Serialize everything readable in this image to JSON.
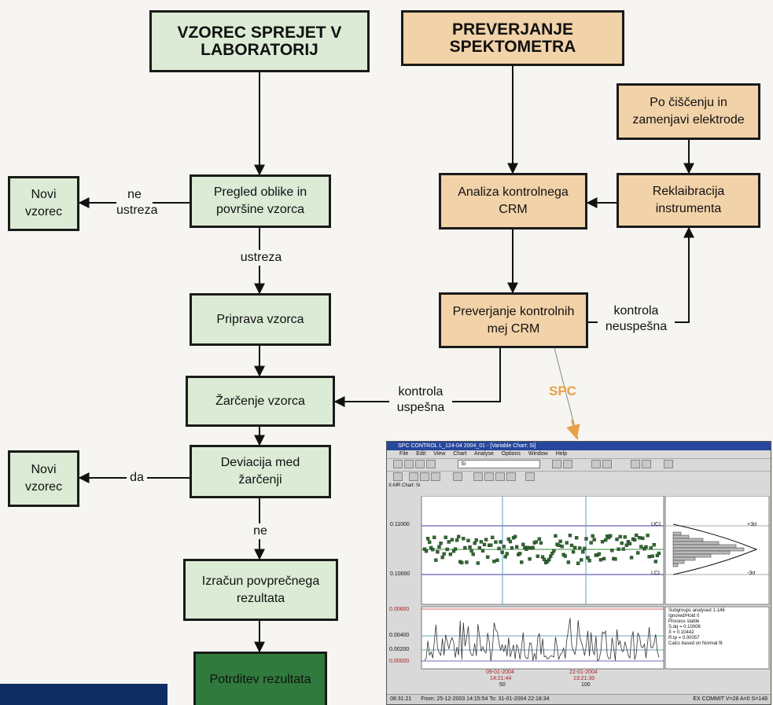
{
  "nodes": {
    "received": "VZOREC SPREJET V LABORATORIJ",
    "check_spectrometer": "PREVERJANJE SPEKTOMETRA",
    "after_cleaning": "Po čiščenju in zamenjavi elektrode",
    "inspect_sample": "Pregled oblike in površine vzorca",
    "new_sample_1": "Novi vzorec",
    "analyze_crm": "Analiza kontrolnega CRM",
    "recalibrate": "Reklaibracija instrumenta",
    "prepare_sample": "Priprava vzorca",
    "verify_limits": "Preverjanje kontrolnih mej CRM",
    "spark_sample": "Žarčenje vzorca",
    "deviation": "Deviacija med žarčenji",
    "new_sample_2": "Novi vzorec",
    "average": "Izračun povprečnega rezultata",
    "confirm": "Potrditev rezultata"
  },
  "edge_labels": {
    "not_ok": "ne ustreza",
    "ok": "ustreza",
    "control_failed": "kontrola neuspešna",
    "control_ok": "kontrola uspešna",
    "yes": "da",
    "no": "ne",
    "spc": "SPC"
  },
  "spc_window": {
    "title": "SPC CONTROL L_124-04 2004_01 - [Variable Chart: Si]",
    "menu": [
      "File",
      "Edit",
      "View",
      "Chart",
      "Analyse",
      "Options",
      "Window",
      "Help"
    ],
    "selector": "Si",
    "chart_caption": "X-MR Chart: Si",
    "y_ticks_top": [
      "0.11000",
      "0.10000"
    ],
    "y_ticks_bottom": [
      "0.00600",
      "0.00400",
      "0.00200",
      "0.00000"
    ],
    "ucl": "UCL",
    "lcl": "LCL",
    "sigma_plus": "+3σ",
    "sigma_minus": "-3σ",
    "date1": "09-01-2004",
    "time1": "14:21:44",
    "idx1": "50",
    "date2": "22-01-2004",
    "time2": "13:21:30",
    "idx2": "100",
    "stats": [
      "Subgroups analysed 1-146",
      "Ignored/Hold 0",
      "Process stable",
      "S.dq    = 0.10006",
      "X̄       = 0.10442",
      "R.tp    = 0.00057",
      "Calcs based on Normal fit"
    ],
    "status_time": "08:31:21",
    "status_range": "From: 25-12-2003 14:15:54 To: 31-01-2004 22:18:34",
    "status_right": "EX  COMMIT   V=28   A=0   S=148"
  },
  "colors": {
    "green_fill": "#dbebd5",
    "orange_fill": "#f2d2a8",
    "dark_green": "#2f7a3c",
    "spc_label": "#e8a046",
    "series_marker": "#2e6b2e"
  }
}
